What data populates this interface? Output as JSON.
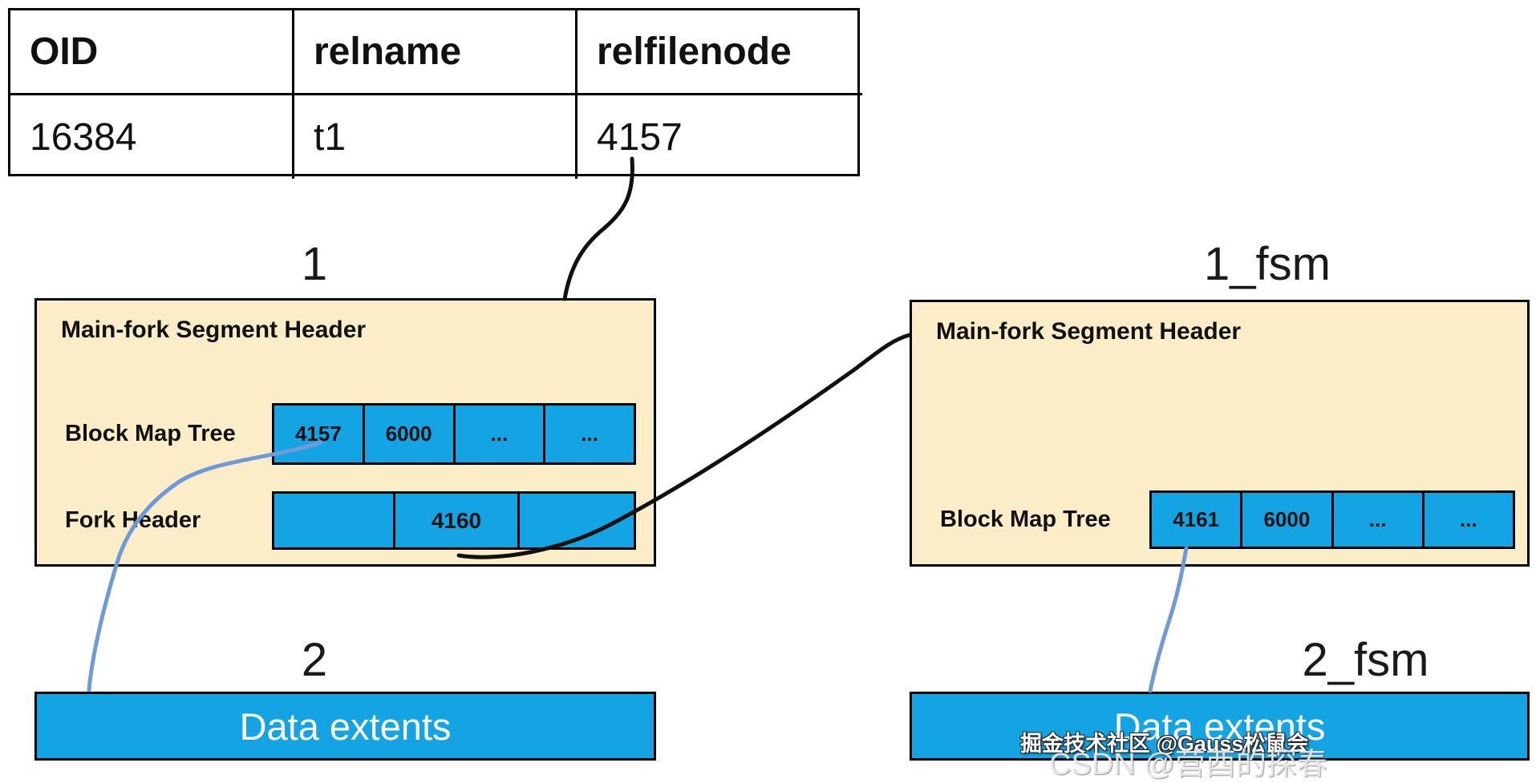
{
  "colors": {
    "segment_box_fill": "#FBEDC7",
    "block_blue": "#14A4E4",
    "connector_blue": "#6F9AD8",
    "outline_black": "#000000",
    "extents_text_white": "#FFFFFF"
  },
  "catalog_table": {
    "headers": [
      "OID",
      "relname",
      "relfilenode"
    ],
    "row": [
      "16384",
      "t1",
      "4157"
    ]
  },
  "main_fork": {
    "file_label": "1",
    "title": "Main-fork Segment Header",
    "block_map_label": "Block Map Tree",
    "block_map_cells": [
      "4157",
      "6000",
      "...",
      "..."
    ],
    "fork_header_label": "Fork Header",
    "fork_header_cells": [
      "",
      "4160",
      ""
    ],
    "extents_file_label": "2",
    "extents_label": "Data extents"
  },
  "fsm_fork": {
    "file_label": "1_fsm",
    "title": "Main-fork Segment Header",
    "block_map_label": "Block Map Tree",
    "block_map_cells": [
      "4161",
      "6000",
      "...",
      "..."
    ],
    "extents_file_label": "2_fsm",
    "extents_label": "Data extents"
  },
  "watermarks": {
    "juejin": "掘金技术社区 @Gauss松鼠会",
    "csdn": "CSDN @营酉的探春"
  }
}
